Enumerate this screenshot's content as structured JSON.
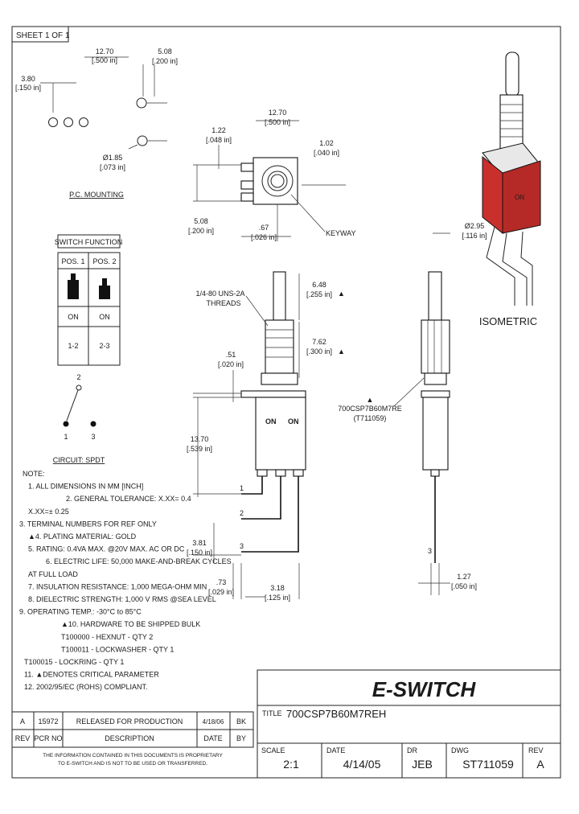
{
  "sheet_label": "SHEET 1 OF 1",
  "pcb": {
    "dim_spacing": "12.70",
    "dim_spacing_in": "[.500 in]",
    "dim_pitch": "5.08",
    "dim_pitch_in": "[.200 in]",
    "dim_row": "3.80",
    "dim_row_in": "[.150 in]",
    "dim_hole": "Ø1.85",
    "dim_hole_in": "[.073 in]",
    "label": "P.C. MOUNTING"
  },
  "top_view": {
    "d1": "12.70",
    "d1_in": "[.500 in]",
    "d2": "1.22",
    "d2_in": "[.048 in]",
    "d3": "1.02",
    "d3_in": "[.040 in]",
    "d4": "5.08",
    "d4_in": "[.200 in]",
    "d5": ".67",
    "d5_in": "[.026 in]",
    "keyway": "KEYWAY"
  },
  "isometric": {
    "dia": "Ø2.95",
    "dia_in": "[.116 in]",
    "label": "ISOMETRIC"
  },
  "switch_function": {
    "title": "SWITCH FUNCTION",
    "headers": [
      "POS. 1",
      "POS. 2"
    ],
    "states": [
      "ON",
      "ON"
    ],
    "terms": [
      "1-2",
      "2-3"
    ]
  },
  "circuit": {
    "t2": "2",
    "t1": "1",
    "t3": "3",
    "label": "CIRCUIT: SPDT"
  },
  "front_view": {
    "thread_note": "1/4-80 UNS-2A",
    "thread_note2": "THREADS",
    "d_648": "6.48",
    "d_648_in": "[.255 in]",
    "d_762": "7.62",
    "d_762_in": "[.300 in]",
    "d_51": ".51",
    "d_51_in": "[.020 in]",
    "d_1370": "13.70",
    "d_1370_in": "[.539 in]",
    "d_381": "3.81",
    "d_381_in": "[.150 in]",
    "d_73": ".73",
    "d_73_in": "[.029 in]",
    "d_318": "3.18",
    "d_318_in": "[.125 in]",
    "on1": "ON",
    "on2": "ON",
    "pin1": "1",
    "pin2": "2",
    "pin3": "3"
  },
  "side_view": {
    "part_no": "700CSP7B60M7RE",
    "part_code": "(T711059)",
    "d_127": "1.27",
    "d_127_in": "[.050 in]",
    "pin": "3"
  },
  "notes": [
    "NOTE:",
    "1. ALL DIMENSIONS IN MM [INCH]",
    "2. GENERAL TOLERANCE: X.XX= 0.4",
    "X.XX=± 0.25",
    "3. TERMINAL NUMBERS FOR REF ONLY",
    "▲4. PLATING MATERIAL: GOLD",
    "5. RATING: 0.4VA MAX. @20V MAX. AC OR DC",
    "6. ELECTRIC LIFE: 50,000 MAKE-AND-BREAK CYCLES",
    "AT FULL LOAD",
    "7. INSULATION RESISTANCE: 1,000 MEGA-OHM MIN",
    "8. DIELECTRIC STRENGTH: 1,000 V RMS @SEA LEVEL",
    "9. OPERATING TEMP.: -30°C to 85°C",
    "▲10. HARDWARE TO BE SHIPPED BULK",
    "T100000 - HEXNUT - QTY 2",
    "T100011 - LOCKWASHER - QTY 1",
    "T100015 - LOCKRING - QTY 1",
    "11. ▲DENOTES CRITICAL PARAMETER",
    "12. 2002/95/EC (ROHS) COMPLIANT."
  ],
  "title_block": {
    "logo": "E-SWITCH",
    "title_label": "TITLE",
    "title": "700CSP7B60M7REH",
    "scale_label": "SCALE",
    "scale": "2:1",
    "date_label": "DATE",
    "date": "4/14/05",
    "dr_label": "DR",
    "dr": "JEB",
    "dwg_label": "DWG",
    "dwg": "ST711059",
    "rev_label": "REV",
    "rev": "A"
  },
  "revision": {
    "row": [
      "A",
      "15972",
      "RELEASED FOR PRODUCTION",
      "4/18/06",
      "BK"
    ],
    "headers": [
      "REV",
      "PCR NO",
      "DESCRIPTION",
      "DATE",
      "BY"
    ],
    "disclaimer1": "THE INFORMATION CONTAINED IN THIS DOCUMENTS IS PROPRIETARY",
    "disclaimer2": "TO E-SWITCH AND IS NOT TO BE USED OR TRANSFERRED."
  }
}
